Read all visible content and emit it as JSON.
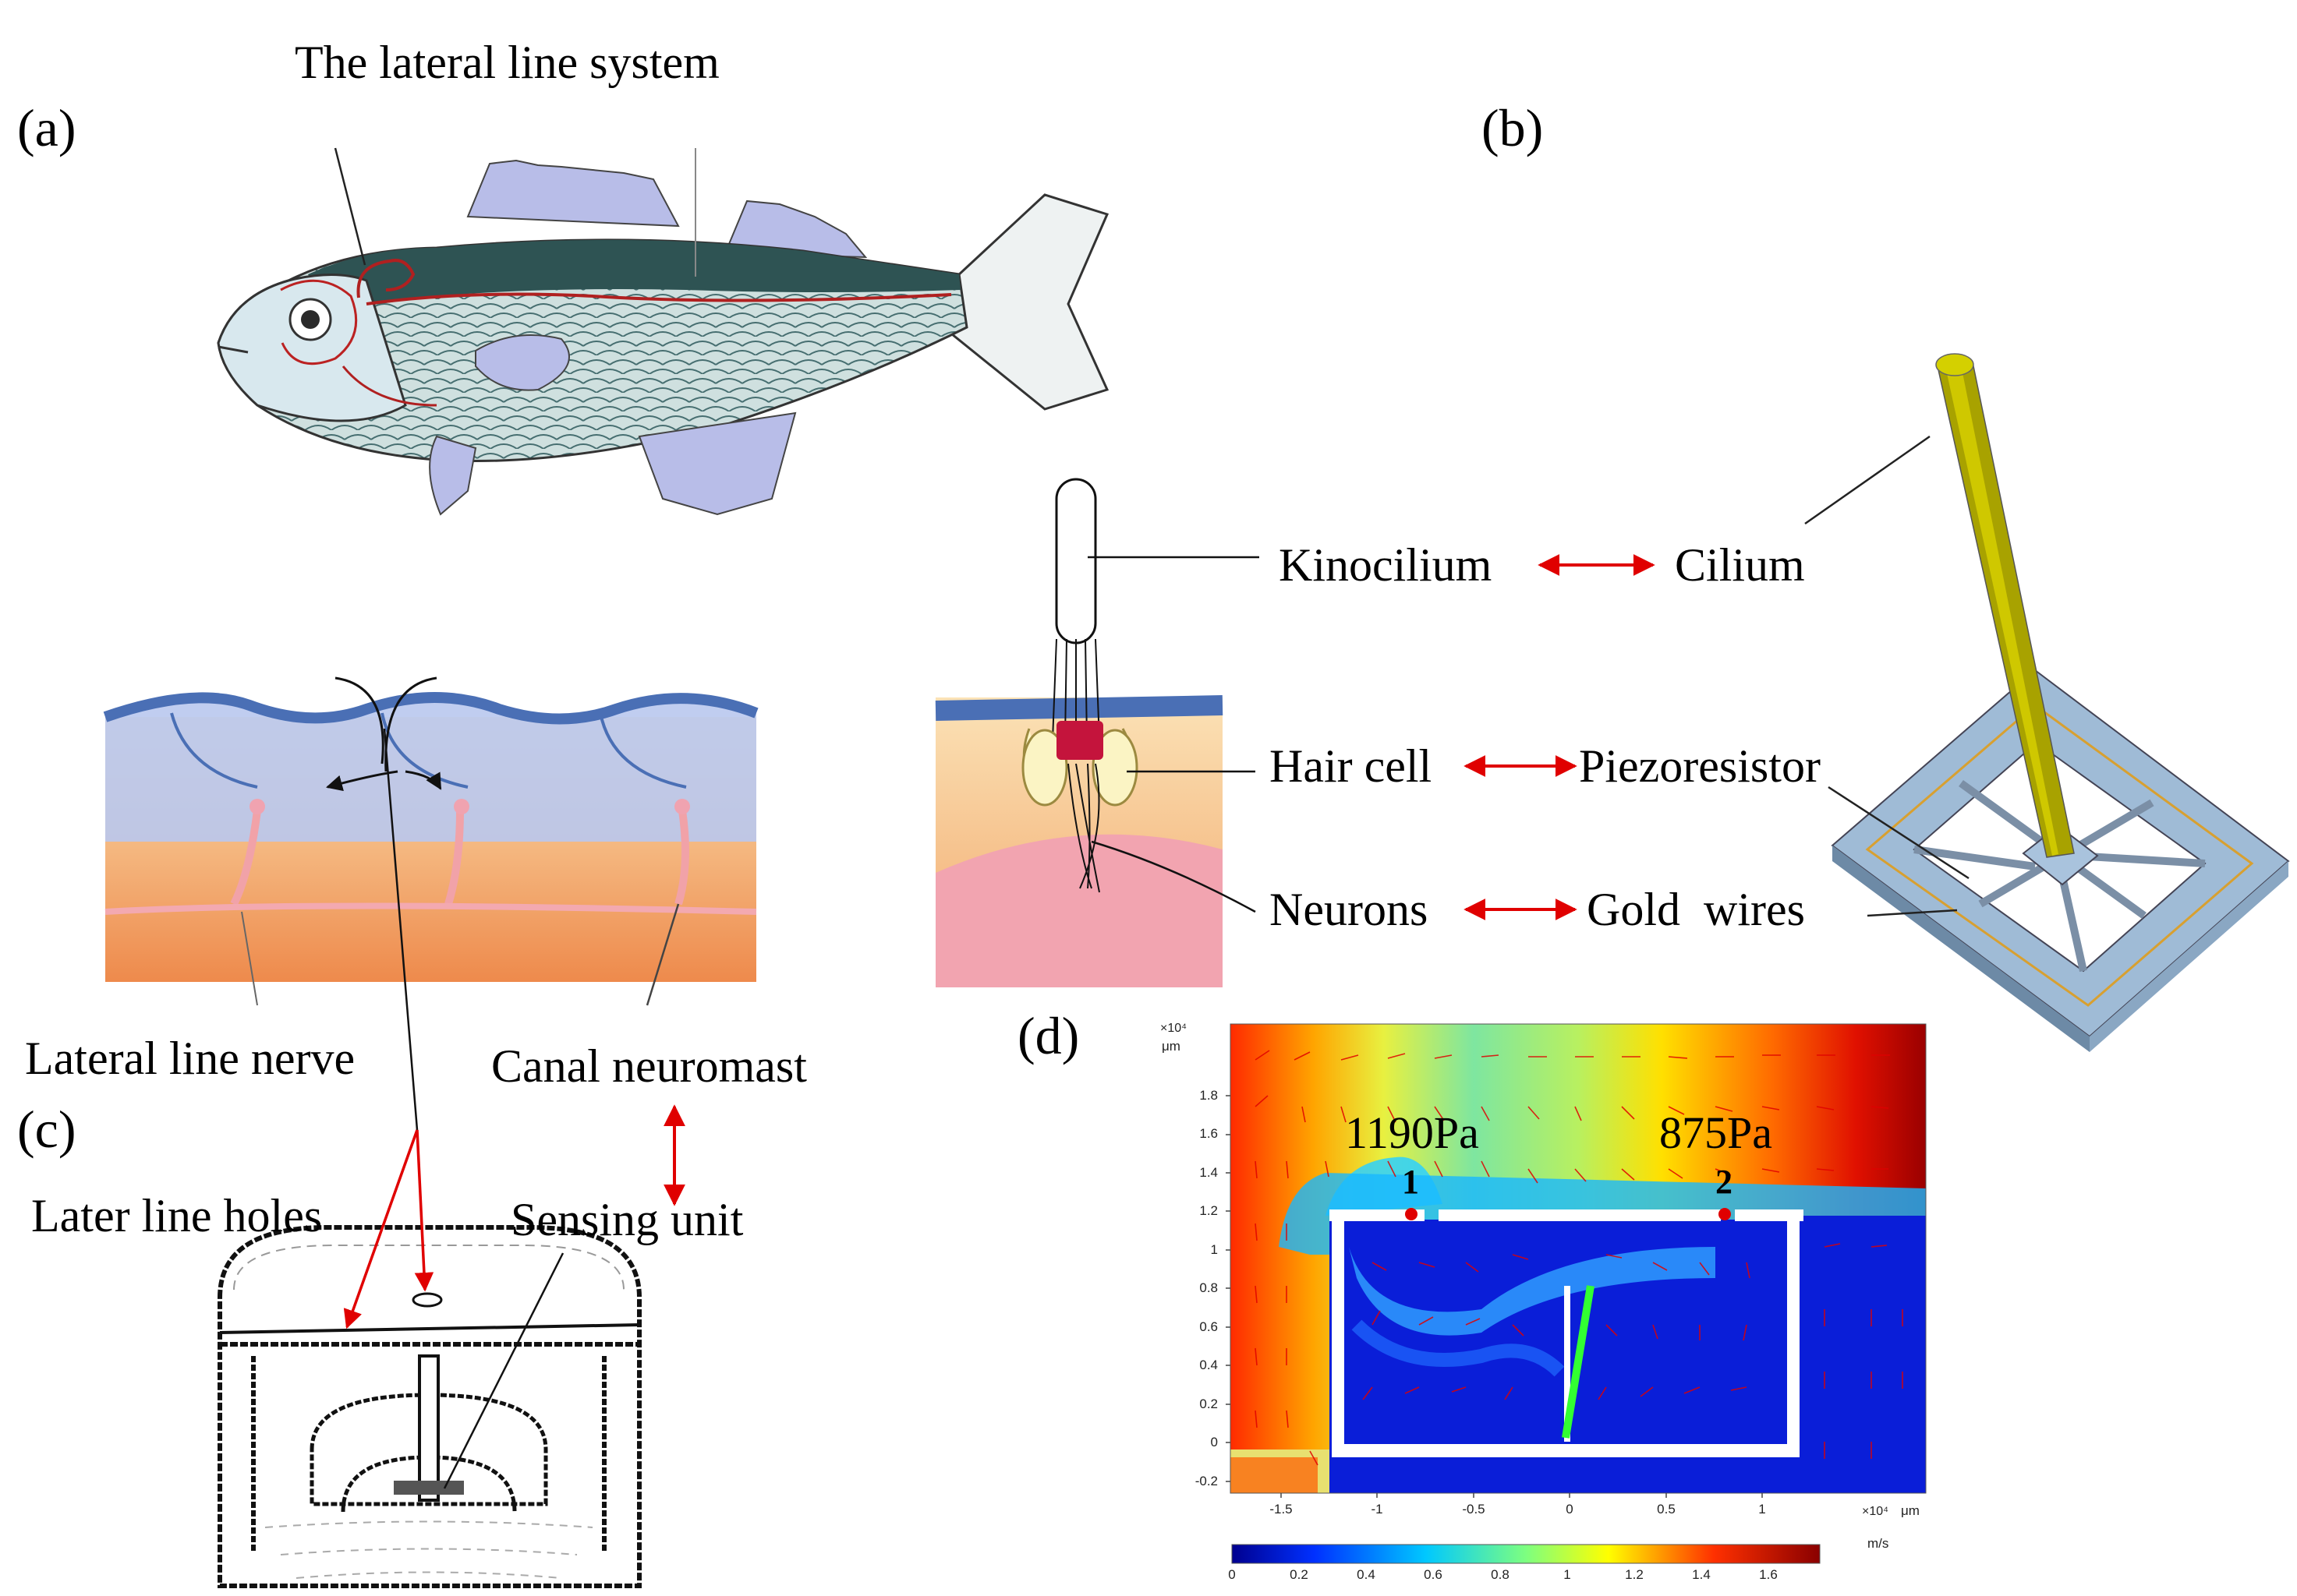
{
  "panels": {
    "a": "(a)",
    "b": "(b)",
    "c": "(c)",
    "d": "(d)"
  },
  "fish": {
    "title": "The lateral line system"
  },
  "canal": {
    "nerve_label": "Lateral line nerve",
    "neuromast_label": "Canal neuromast"
  },
  "mapping": {
    "kinocilium": "Kinocilium",
    "cilium": "Cilium",
    "hair_cell": "Hair cell",
    "piezoresistor": "Piezoresistor",
    "neurons": "Neurons",
    "gold_wires": "Gold  wires"
  },
  "sensor": {
    "holes_label": "Later line holes",
    "unit_label": "Sensing unit"
  },
  "simulation": {
    "y_unit_multiplier": "×10⁴",
    "y_unit": "μm",
    "x_unit_multiplier": "×10⁴",
    "x_unit": "μm",
    "y_ticks": [
      "1.8",
      "1.6",
      "1.4",
      "1.2",
      "1",
      "0.8",
      "0.6",
      "0.4",
      "0.2",
      "0",
      "-0.2"
    ],
    "x_ticks": [
      "-1.5",
      "-1",
      "-0.5",
      "0",
      "0.5",
      "1"
    ],
    "colorbar_ticks": [
      "0",
      "0.2",
      "0.4",
      "0.6",
      "0.8",
      "1",
      "1.2",
      "1.4",
      "1.6"
    ],
    "colorbar_unit": "m/s",
    "point1": {
      "label": "1",
      "pressure": "1190Pa"
    },
    "point2": {
      "label": "2",
      "pressure": "875Pa"
    }
  },
  "colors": {
    "arrow_red": "#e00000",
    "cilium_yellow": "#b5b000",
    "frame_blue": "#8db1cf",
    "canal_blue": "#7f9fcf"
  }
}
